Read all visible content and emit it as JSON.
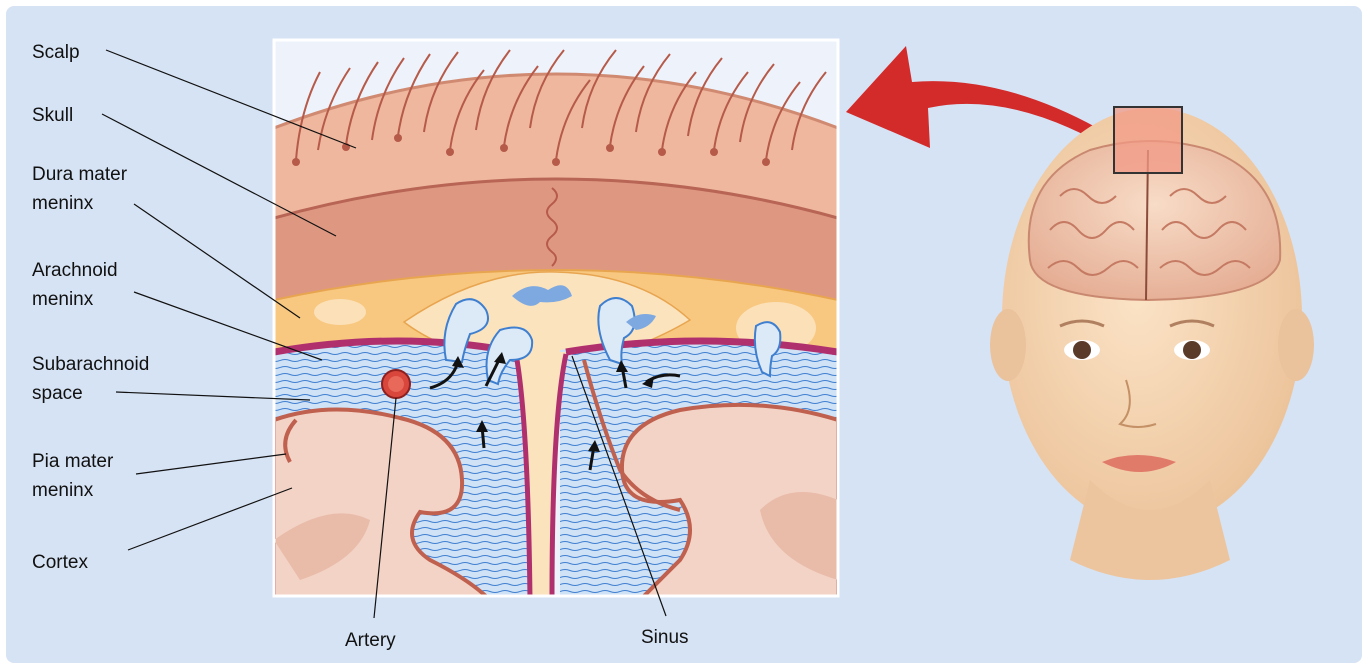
{
  "labels": {
    "scalp": "Scalp",
    "skull": "Skull",
    "dura_1": "Dura mater",
    "dura_2": "meninx",
    "arachnoid_1": "Arachnoid",
    "arachnoid_2": "meninx",
    "subarachnoid_1": "Subarachnoid",
    "subarachnoid_2": "space",
    "pia_1": "Pia mater",
    "pia_2": "meninx",
    "cortex": "Cortex",
    "artery": "Artery",
    "sinus": "Sinus"
  },
  "colors": {
    "background": "#d6e3f4",
    "scalp": "#e8a98f",
    "skull": "#d98c78",
    "dura": "#f7c77e",
    "csf": "#8ab8ea",
    "pia_arachnoid": "#b0306e",
    "cortex": "#f2d2c4",
    "arrow": "#d32a2a"
  }
}
